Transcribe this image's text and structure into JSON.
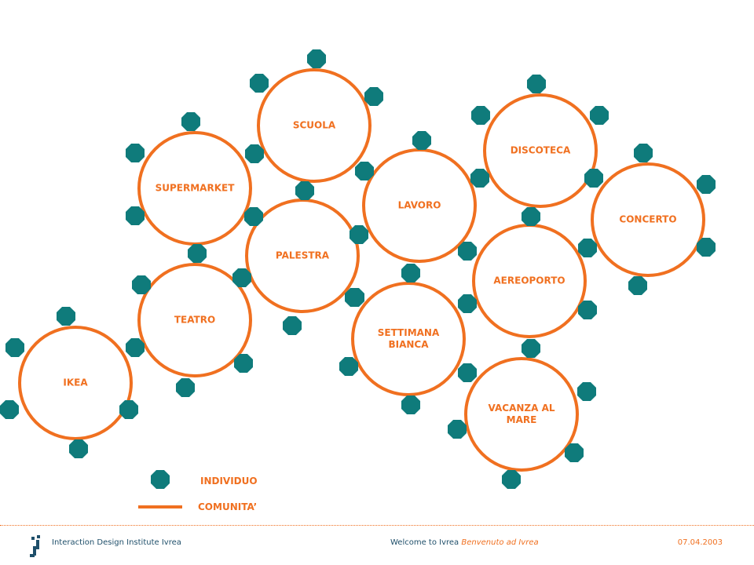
{
  "diagram": {
    "colors": {
      "community_ring": "#f07020",
      "individual": "#0f7b7b",
      "text": "#f07020",
      "footer_text": "#1f4f6a"
    },
    "communities": [
      {
        "id": "scuola",
        "label": "SCUOLA"
      },
      {
        "id": "supermarket",
        "label": "SUPERMARKET"
      },
      {
        "id": "palestra",
        "label": "PALESTRA"
      },
      {
        "id": "teatro",
        "label": "TEATRO"
      },
      {
        "id": "ikea",
        "label": "IKEA"
      },
      {
        "id": "lavoro",
        "label": "LAVORO"
      },
      {
        "id": "settimana-bianca",
        "label": "SETTIMANA\nBIANCA"
      },
      {
        "id": "discoteca",
        "label": "DISCOTECA"
      },
      {
        "id": "aereoporto",
        "label": "AEREOPORTO"
      },
      {
        "id": "concerto",
        "label": "CONCERTO"
      },
      {
        "id": "vacanza-al-mare",
        "label": "VACANZA AL\nMARE"
      }
    ],
    "legend": {
      "individual": "INDIVIDUO",
      "community": "COMUNITA’"
    }
  },
  "footer": {
    "left": "Interaction Design Institute Ivrea",
    "center_prefix": "Welcome to Ivrea",
    "center_accent": "Benvenuto ad Ivrea",
    "date": "07.04.2003",
    "logo_icon": "ivrea-logo-icon"
  }
}
